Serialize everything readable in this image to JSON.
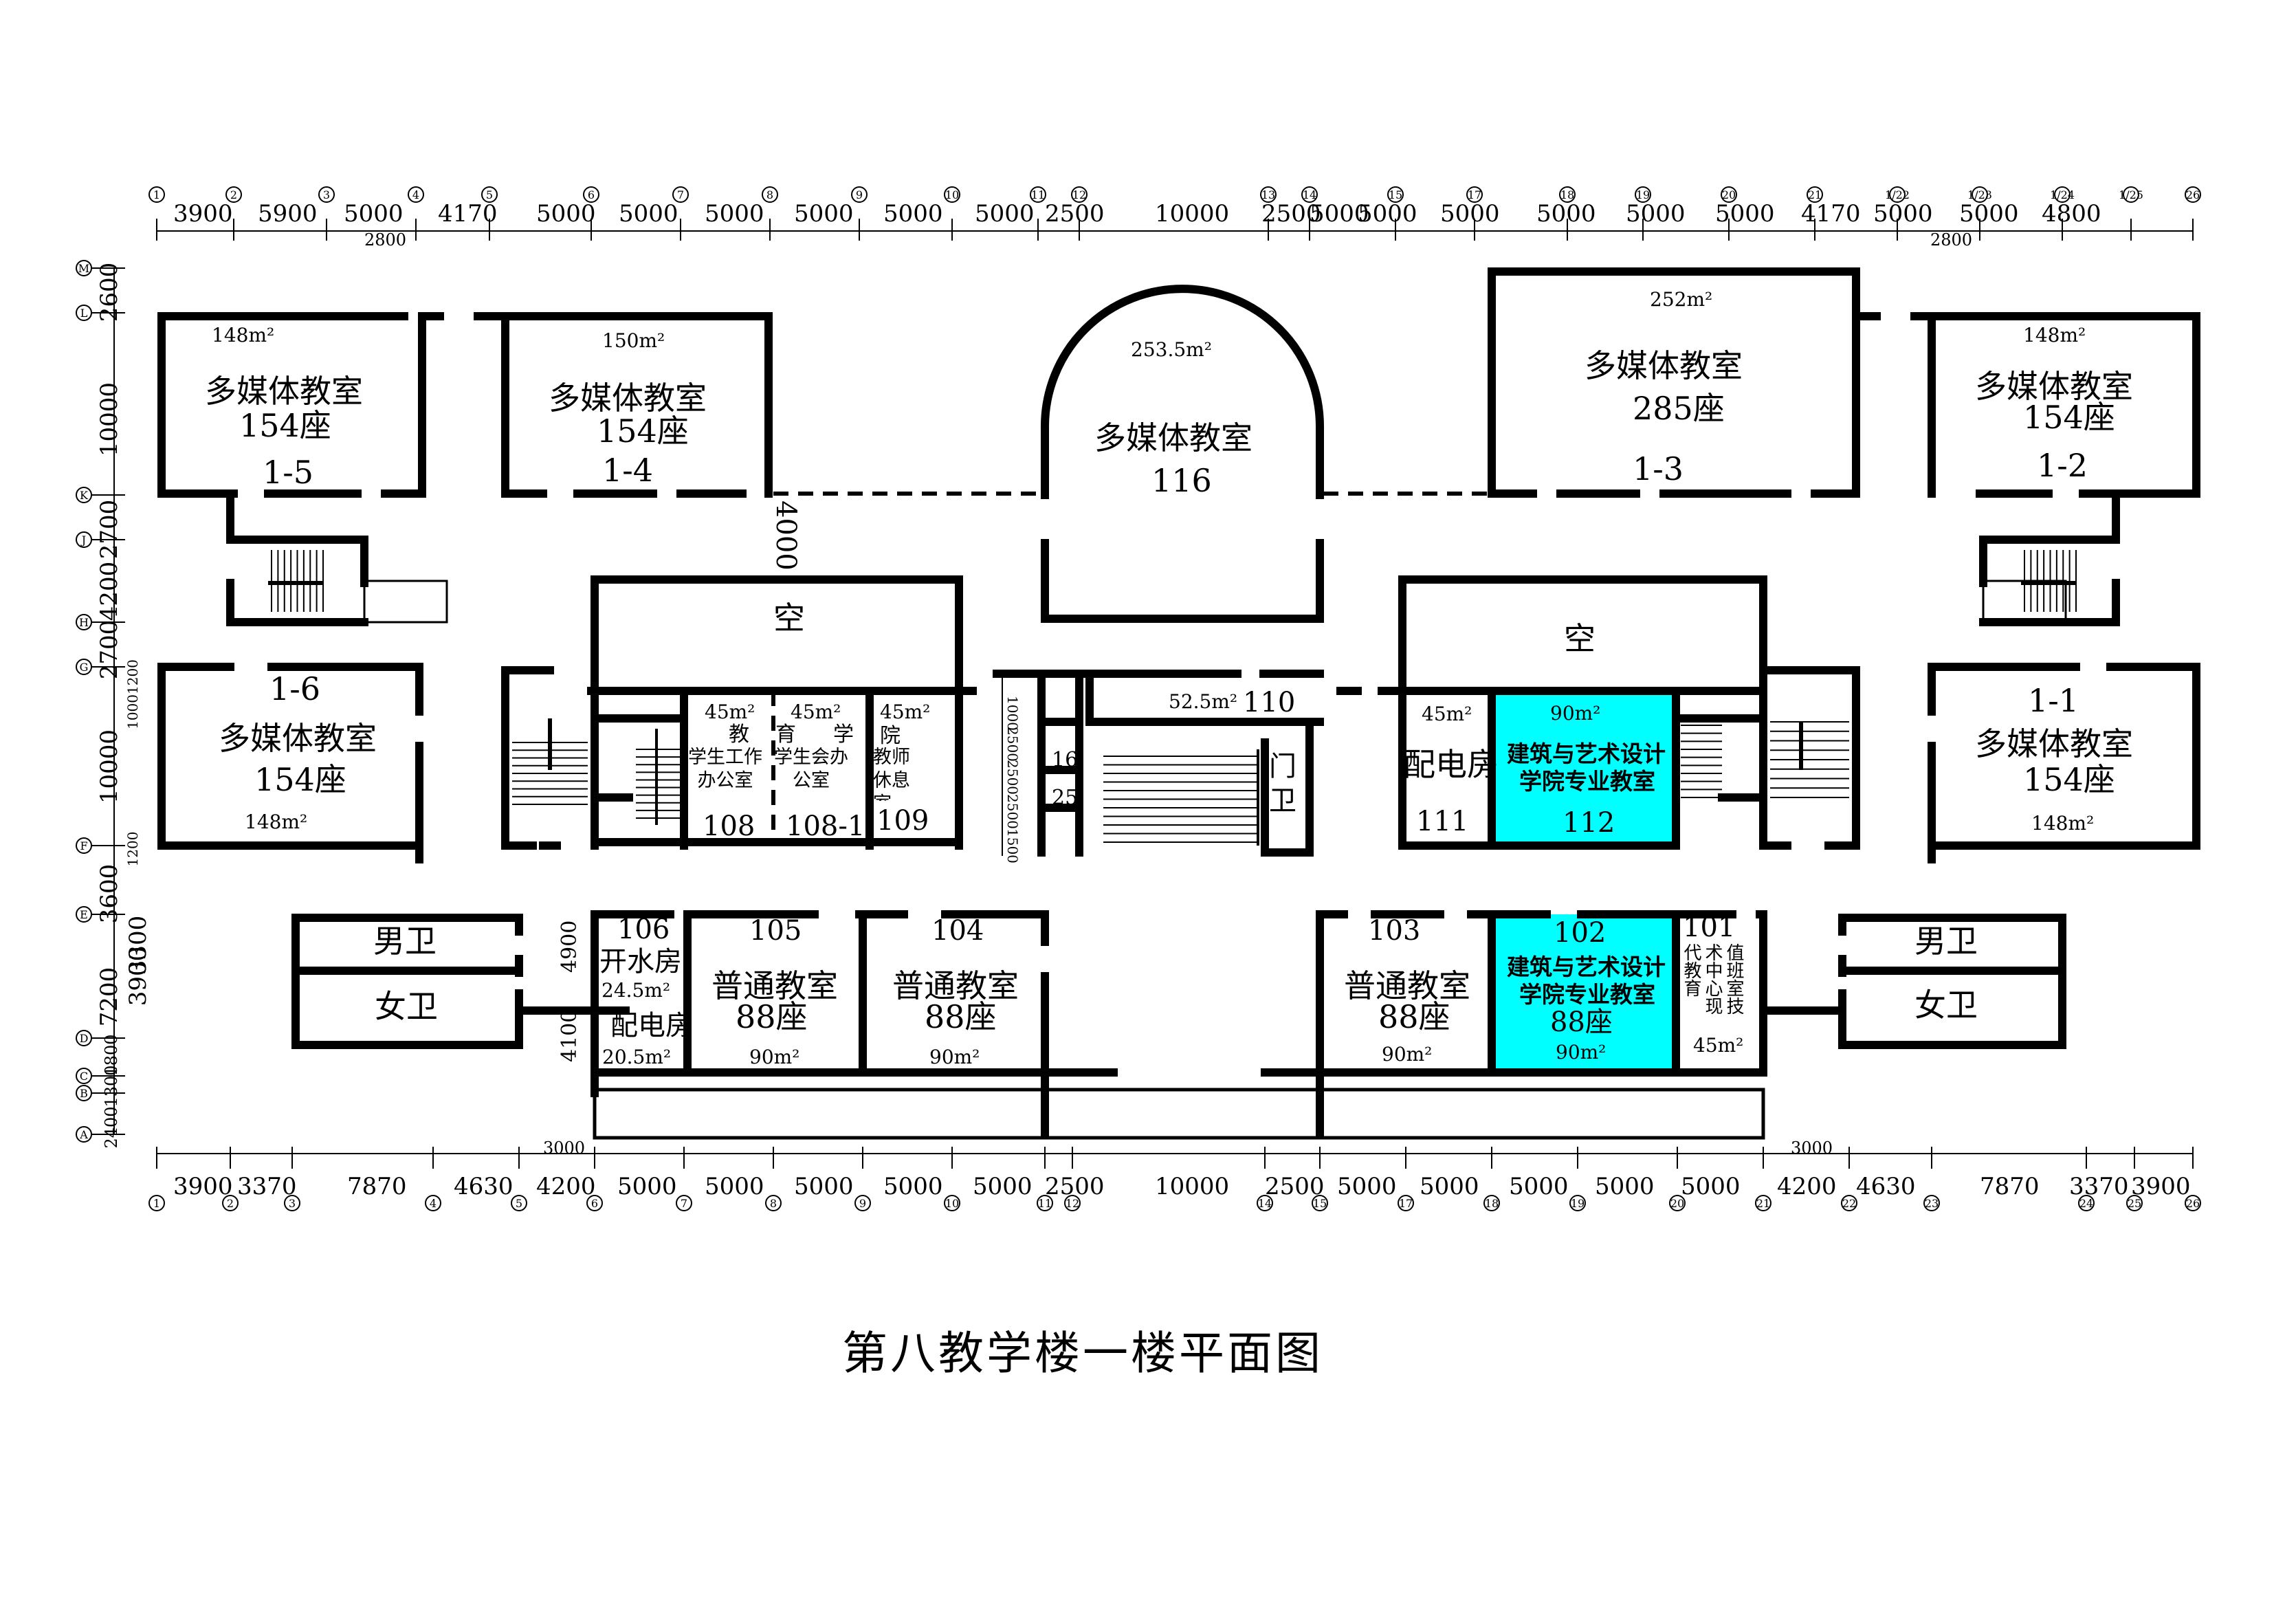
{
  "title": "第八教学楼一楼平面图",
  "colors": {
    "highlight": "#00ffff",
    "wall": "#000000"
  },
  "dims_top": [
    "3900",
    "5900",
    "5000",
    "4170",
    "5000",
    "5000",
    "5000",
    "5000",
    "5000",
    "5000",
    "2500",
    "10000",
    "2500",
    "5000",
    "5000",
    "5000",
    "5000",
    "5000",
    "5000",
    "4170",
    "5000",
    "5000",
    "4800"
  ],
  "dims_top_sub": [
    "2800",
    "2800"
  ],
  "dims_bottom": [
    "3900",
    "3370",
    "7870",
    "4630",
    "4200",
    "5000",
    "5000",
    "5000",
    "5000",
    "5000",
    "2500",
    "10000",
    "2500",
    "5000",
    "5000",
    "5000",
    "5000",
    "5000",
    "4200",
    "4630",
    "7870",
    "3370",
    "3900"
  ],
  "dims_bottom_sub": [
    "3000",
    "3000"
  ],
  "dims_left": [
    "2600",
    "10000",
    "2700",
    "4200",
    "2700",
    "10001200",
    "10000",
    "1200",
    "3600",
    "3300",
    "7200",
    "3900",
    "1800",
    "1300",
    "2400"
  ],
  "axis_top": [
    "1",
    "2",
    "3",
    "4",
    "5",
    "6",
    "7",
    "8",
    "9",
    "10",
    "11",
    "12",
    "13",
    "14",
    "15",
    "17",
    "18",
    "19",
    "20",
    "21",
    "1/22",
    "1/23",
    "1/24",
    "1/25",
    "26"
  ],
  "axis_bottom": [
    "1",
    "2",
    "3",
    "4",
    "5",
    "6",
    "7",
    "8",
    "9",
    "10",
    "11",
    "12",
    "14",
    "15",
    "17",
    "18",
    "19",
    "20",
    "21",
    "22",
    "23",
    "24",
    "25",
    "26"
  ],
  "axis_left": [
    "M",
    "L",
    "K",
    "J",
    "H",
    "G",
    "F",
    "E",
    "D",
    "C",
    "B",
    "A"
  ],
  "dims_inner": [
    "4000",
    "4900",
    "4100",
    "1000",
    "2500",
    "2500",
    "2500",
    "1500"
  ],
  "rooms": {
    "r15": {
      "area": "148m²",
      "name": "多媒体教室",
      "seats": "154座",
      "num": "1-5"
    },
    "r14": {
      "area": "150m²",
      "name": "多媒体教室",
      "seats": "154座",
      "num": "1-4"
    },
    "r116": {
      "area": "253.5m²",
      "name": "多媒体教室",
      "num": "116"
    },
    "r13": {
      "area": "252m²",
      "name": "多媒体教室",
      "seats": "285座",
      "num": "1-3"
    },
    "r12": {
      "area": "148m²",
      "name": "多媒体教室",
      "seats": "154座",
      "num": "1-2"
    },
    "r16": {
      "num": "1-6",
      "name": "多媒体教室",
      "seats": "154座",
      "area": "148m²"
    },
    "r11": {
      "num": "1-1",
      "name": "多媒体教室",
      "seats": "154座",
      "area": "148m²"
    },
    "void_left": "空",
    "void_right": "空",
    "r108": {
      "area": "45m²",
      "tag": "教",
      "name": "学生工作办公室",
      "num": "108"
    },
    "r1081": {
      "area": "45m²",
      "tag_a": "育",
      "tag_b": "学",
      "name": "学生会办公室",
      "num": "108-1"
    },
    "r109": {
      "area": "45m²",
      "tag": "院",
      "name": "教师休息室",
      "num": "109"
    },
    "r110": {
      "area": "52.5m²",
      "num": "110"
    },
    "r16s": "16",
    "r25": "25",
    "gate": "门卫",
    "r111": {
      "area": "45m²",
      "name": "配电房",
      "num": "111"
    },
    "r112": {
      "area": "90m²",
      "name_1": "建筑与艺术设计",
      "name_2": "学院专业教室",
      "num": "112"
    },
    "wc_m_left": "男卫",
    "wc_f_left": "女卫",
    "r106": {
      "num": "106",
      "name": "开水房",
      "area": "24.5m²"
    },
    "r106b": {
      "name": "配电房",
      "area": "20.5m²"
    },
    "r105": {
      "num": "105",
      "name": "普通教室",
      "seats": "88座",
      "area": "90m²"
    },
    "r104": {
      "num": "104",
      "name": "普通教室",
      "seats": "88座",
      "area": "90m²"
    },
    "r103": {
      "num": "103",
      "name": "普通教室",
      "seats": "88座",
      "area": "90m²"
    },
    "r102": {
      "num": "102",
      "name_1": "建筑与艺术设计",
      "name_2": "学院专业教室",
      "seats": "88座",
      "area": "90m²"
    },
    "r101": {
      "num": "101",
      "col_1": "值班室",
      "col_2": "技术中心",
      "col_3": "现代教育",
      "area": "45m²"
    },
    "wc_m_right": "男卫",
    "wc_f_right": "女卫"
  }
}
